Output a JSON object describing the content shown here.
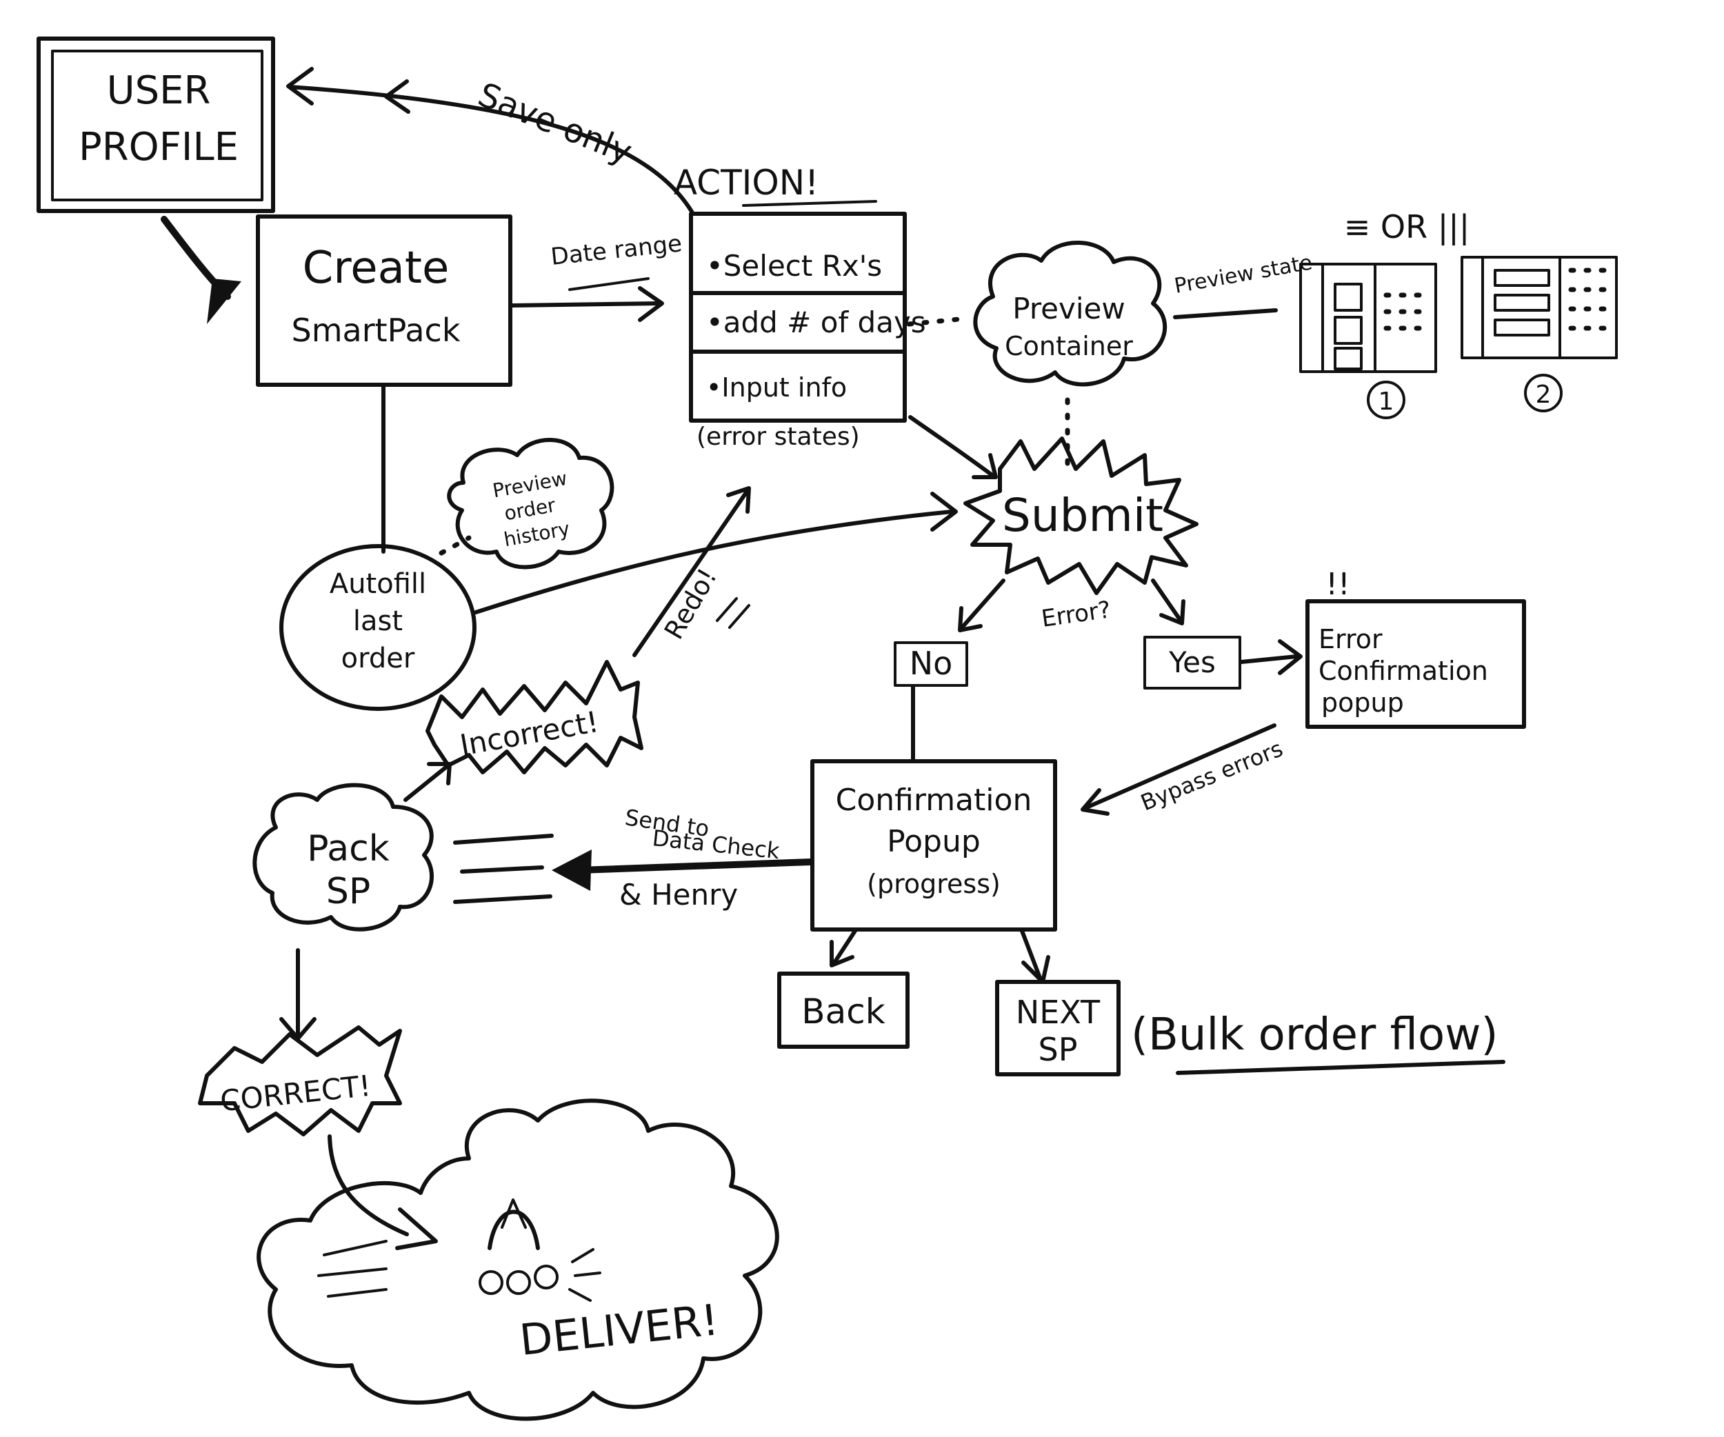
{
  "colors": {
    "ink": "#111111",
    "paper": "#ffffff"
  },
  "nodes": {
    "user_profile": [
      "USER",
      "PROFILE"
    ],
    "create_smartpack": [
      "Create",
      "SmartPack"
    ],
    "action_title": "ACTION!",
    "action_items": [
      "•Select Rx's",
      "•add # of days",
      "•Input info"
    ],
    "error_states": "(error states)",
    "preview_container": [
      "Preview",
      "Container"
    ],
    "preview_state_label": "Preview state",
    "view_toggle": "≡ OR |||",
    "layout_option_1": "1",
    "layout_option_2": "2",
    "submit": "Submit",
    "autofill": [
      "Autofill",
      "last",
      "order"
    ],
    "preview_order_history": [
      "Preview",
      "order",
      "history"
    ],
    "error_question": "Error?",
    "no": "No",
    "yes": "Yes",
    "error_confirmation": [
      "Error",
      "Confirmation",
      "popup"
    ],
    "error_marks": "!!",
    "confirmation_popup": [
      "Confirmation",
      "Popup",
      "(progress)"
    ],
    "bypass_errors": "Bypass errors",
    "send_to_data_check": [
      "Send to",
      "Data Check",
      "& Henry"
    ],
    "pack_sp": [
      "Pack",
      "SP"
    ],
    "incorrect": "Incorrect!",
    "redo": "Redo!",
    "correct": "CORRECT!",
    "deliver": "DELIVER!",
    "back": "Back",
    "next_sp": [
      "NEXT",
      "SP"
    ],
    "bulk_order_flow": "(Bulk order flow)"
  },
  "edges": {
    "save_only": "Save only",
    "date_range": "Date range"
  }
}
